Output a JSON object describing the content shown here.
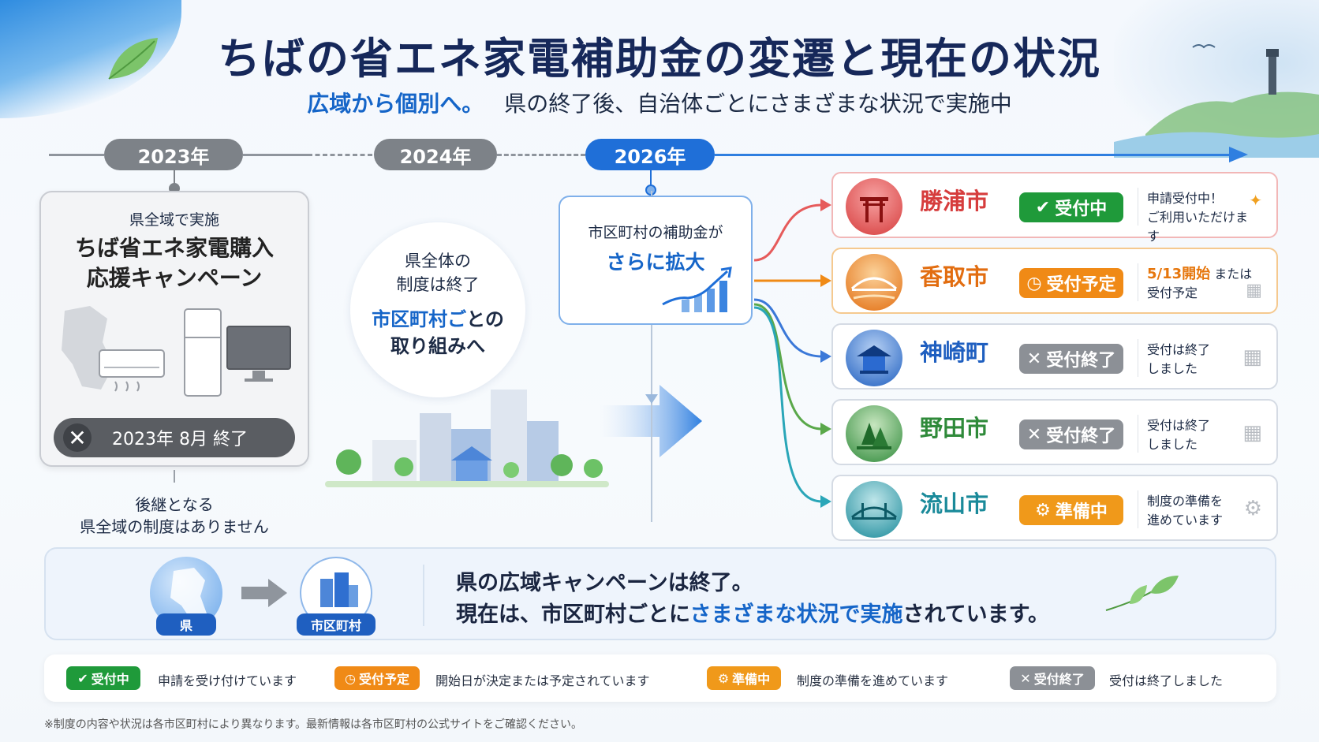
{
  "header": {
    "title": "ちばの省エネ家電補助金の変遷と現在の状況",
    "subtitle_highlight": "広域から個別へ。",
    "subtitle_rest": "県の終了後、自治体ごとにさまざまな状況で実施中"
  },
  "timeline": {
    "years": [
      "2023年",
      "2024年",
      "2026年"
    ]
  },
  "left_card": {
    "small": "県全域で実施",
    "name_line1": "ちば省エネ家電購入",
    "name_line2": "応援キャンペーン",
    "ended": "2023年 8月 終了",
    "below_line1": "後継となる",
    "below_line2": "県全域の制度はありません"
  },
  "center_circle": {
    "line1": "県全体の",
    "line2": "制度は終了",
    "line3_blue": "市区町村ご",
    "line3_rest": "との",
    "line4": "取り組みへ"
  },
  "expand_card": {
    "line1": "市区町村の補助金が",
    "line2": "さらに拡大"
  },
  "cities": [
    {
      "name": "勝浦市",
      "badge": "受付中",
      "note1": "申請受付中！",
      "note2": "ご利用いただけます",
      "color": "#d63c3c",
      "border": "#f2b7b7",
      "badge_color": "#1f9a3a"
    },
    {
      "name": "香取市",
      "badge": "受付予定",
      "note1_orange": "5/13開始",
      "note1_rest": " または",
      "note2": "受付予定",
      "color": "#e26d10",
      "border": "#f5c98f",
      "badge_color": "#f08a16"
    },
    {
      "name": "神崎町",
      "badge": "受付終了",
      "note1": "受付は終了",
      "note2": "しました",
      "color": "#1f5fc0",
      "border": "#d5dbe4",
      "badge_color": "#8c9096"
    },
    {
      "name": "野田市",
      "badge": "受付終了",
      "note1": "受付は終了",
      "note2": "しました",
      "color": "#2f8a3a",
      "border": "#d5dbe4",
      "badge_color": "#8c9096"
    },
    {
      "name": "流山市",
      "badge": "準備中",
      "note1": "制度の準備を",
      "note2": "進めています",
      "color": "#1a8a9a",
      "border": "#d5dbe4",
      "badge_color": "#f0991a"
    }
  ],
  "summary": {
    "tag_pref": "県",
    "tag_muni": "市区町村",
    "line1": "県の広域キャンペーンは終了。",
    "line2_a": "現在は、市区町村ごとに",
    "line2_blue": "さまざまな状況で実施",
    "line2_b": "されています。"
  },
  "legend": [
    {
      "badge": "受付中",
      "text": "申請を受け付けています"
    },
    {
      "badge": "受付予定",
      "text": "開始日が決定または予定されています"
    },
    {
      "badge": "準備中",
      "text": "制度の準備を進めています"
    },
    {
      "badge": "受付終了",
      "text": "受付は終了しました"
    }
  ],
  "footnote": "※制度の内容や状況は各市区町村により異なります。最新情報は各市区町村の公式サイトをご確認ください。"
}
